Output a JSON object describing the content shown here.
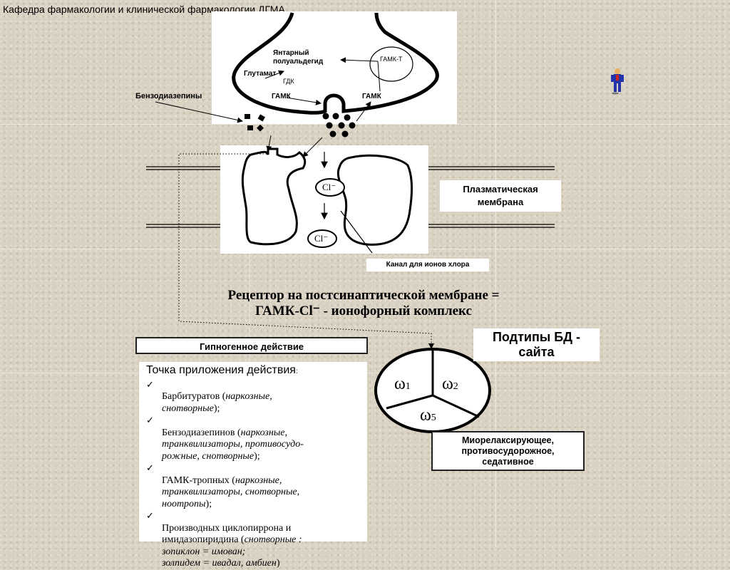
{
  "header": {
    "title": "Кафедра   фармакологии и клинической фармакологии ДГМА"
  },
  "synapse": {
    "succinic_semialdehyde": "Янтарный\nполуальдегид",
    "gaba_t": "ГАМК-Т",
    "glutamate": "Глутамат",
    "gdk": "ГДК",
    "benzodiazepines": "Бензодиазепины",
    "gaba_left": "ГАМК",
    "gaba_right": "ГАМК"
  },
  "channel": {
    "ion_upper": "Cl⁻",
    "ion_lower": "Cl⁻",
    "membrane_label": "Плазматическая\nмембрана",
    "channel_label": "Канал для ионов хлора"
  },
  "receptor_title": {
    "line1": "Рецептор на постсинаптической мембране =",
    "line2": "ГАМК-Cl⁻ - ионофорный комплекс"
  },
  "hypnotic_label": "Гипногенное действие",
  "subtypes_label": "Подтипы БД -\nсайта",
  "omega": {
    "w1_symbol": "ω",
    "w1_index": "1",
    "w2_symbol": "ω",
    "w2_index": "2",
    "w5_symbol": "ω",
    "w5_index": "5"
  },
  "effects_label": "Миорелаксирующее,\nпротивосудорожное,\nседативное",
  "points": {
    "title": "Точка приложения действия",
    "title_colon": ":",
    "check": "✓",
    "items": [
      {
        "name": "Барбитуратов (",
        "notes": "наркозные,\nснотворные",
        "tail": ");"
      },
      {
        "name": "Бензодиазепинов (",
        "notes": "наркозные,\nтранквилизаторы, противосудо-\nрожные, снотворные",
        "tail": ");"
      },
      {
        "name": "ГАМК-тропных (",
        "notes": "наркозные,\nтранквилизаторы, снотворные,\nноотропы",
        "tail": ");"
      },
      {
        "name": "Производных циклопиррона и\nимидазопиридина (",
        "notes": "снотворные :\nзопиклон = имован;\nзолпидем = ивадал, амбиен",
        "tail": ")"
      }
    ]
  },
  "colors": {
    "background": "#d9d1c2",
    "figure_blue": "#2233aa",
    "figure_red": "#cc2222"
  }
}
